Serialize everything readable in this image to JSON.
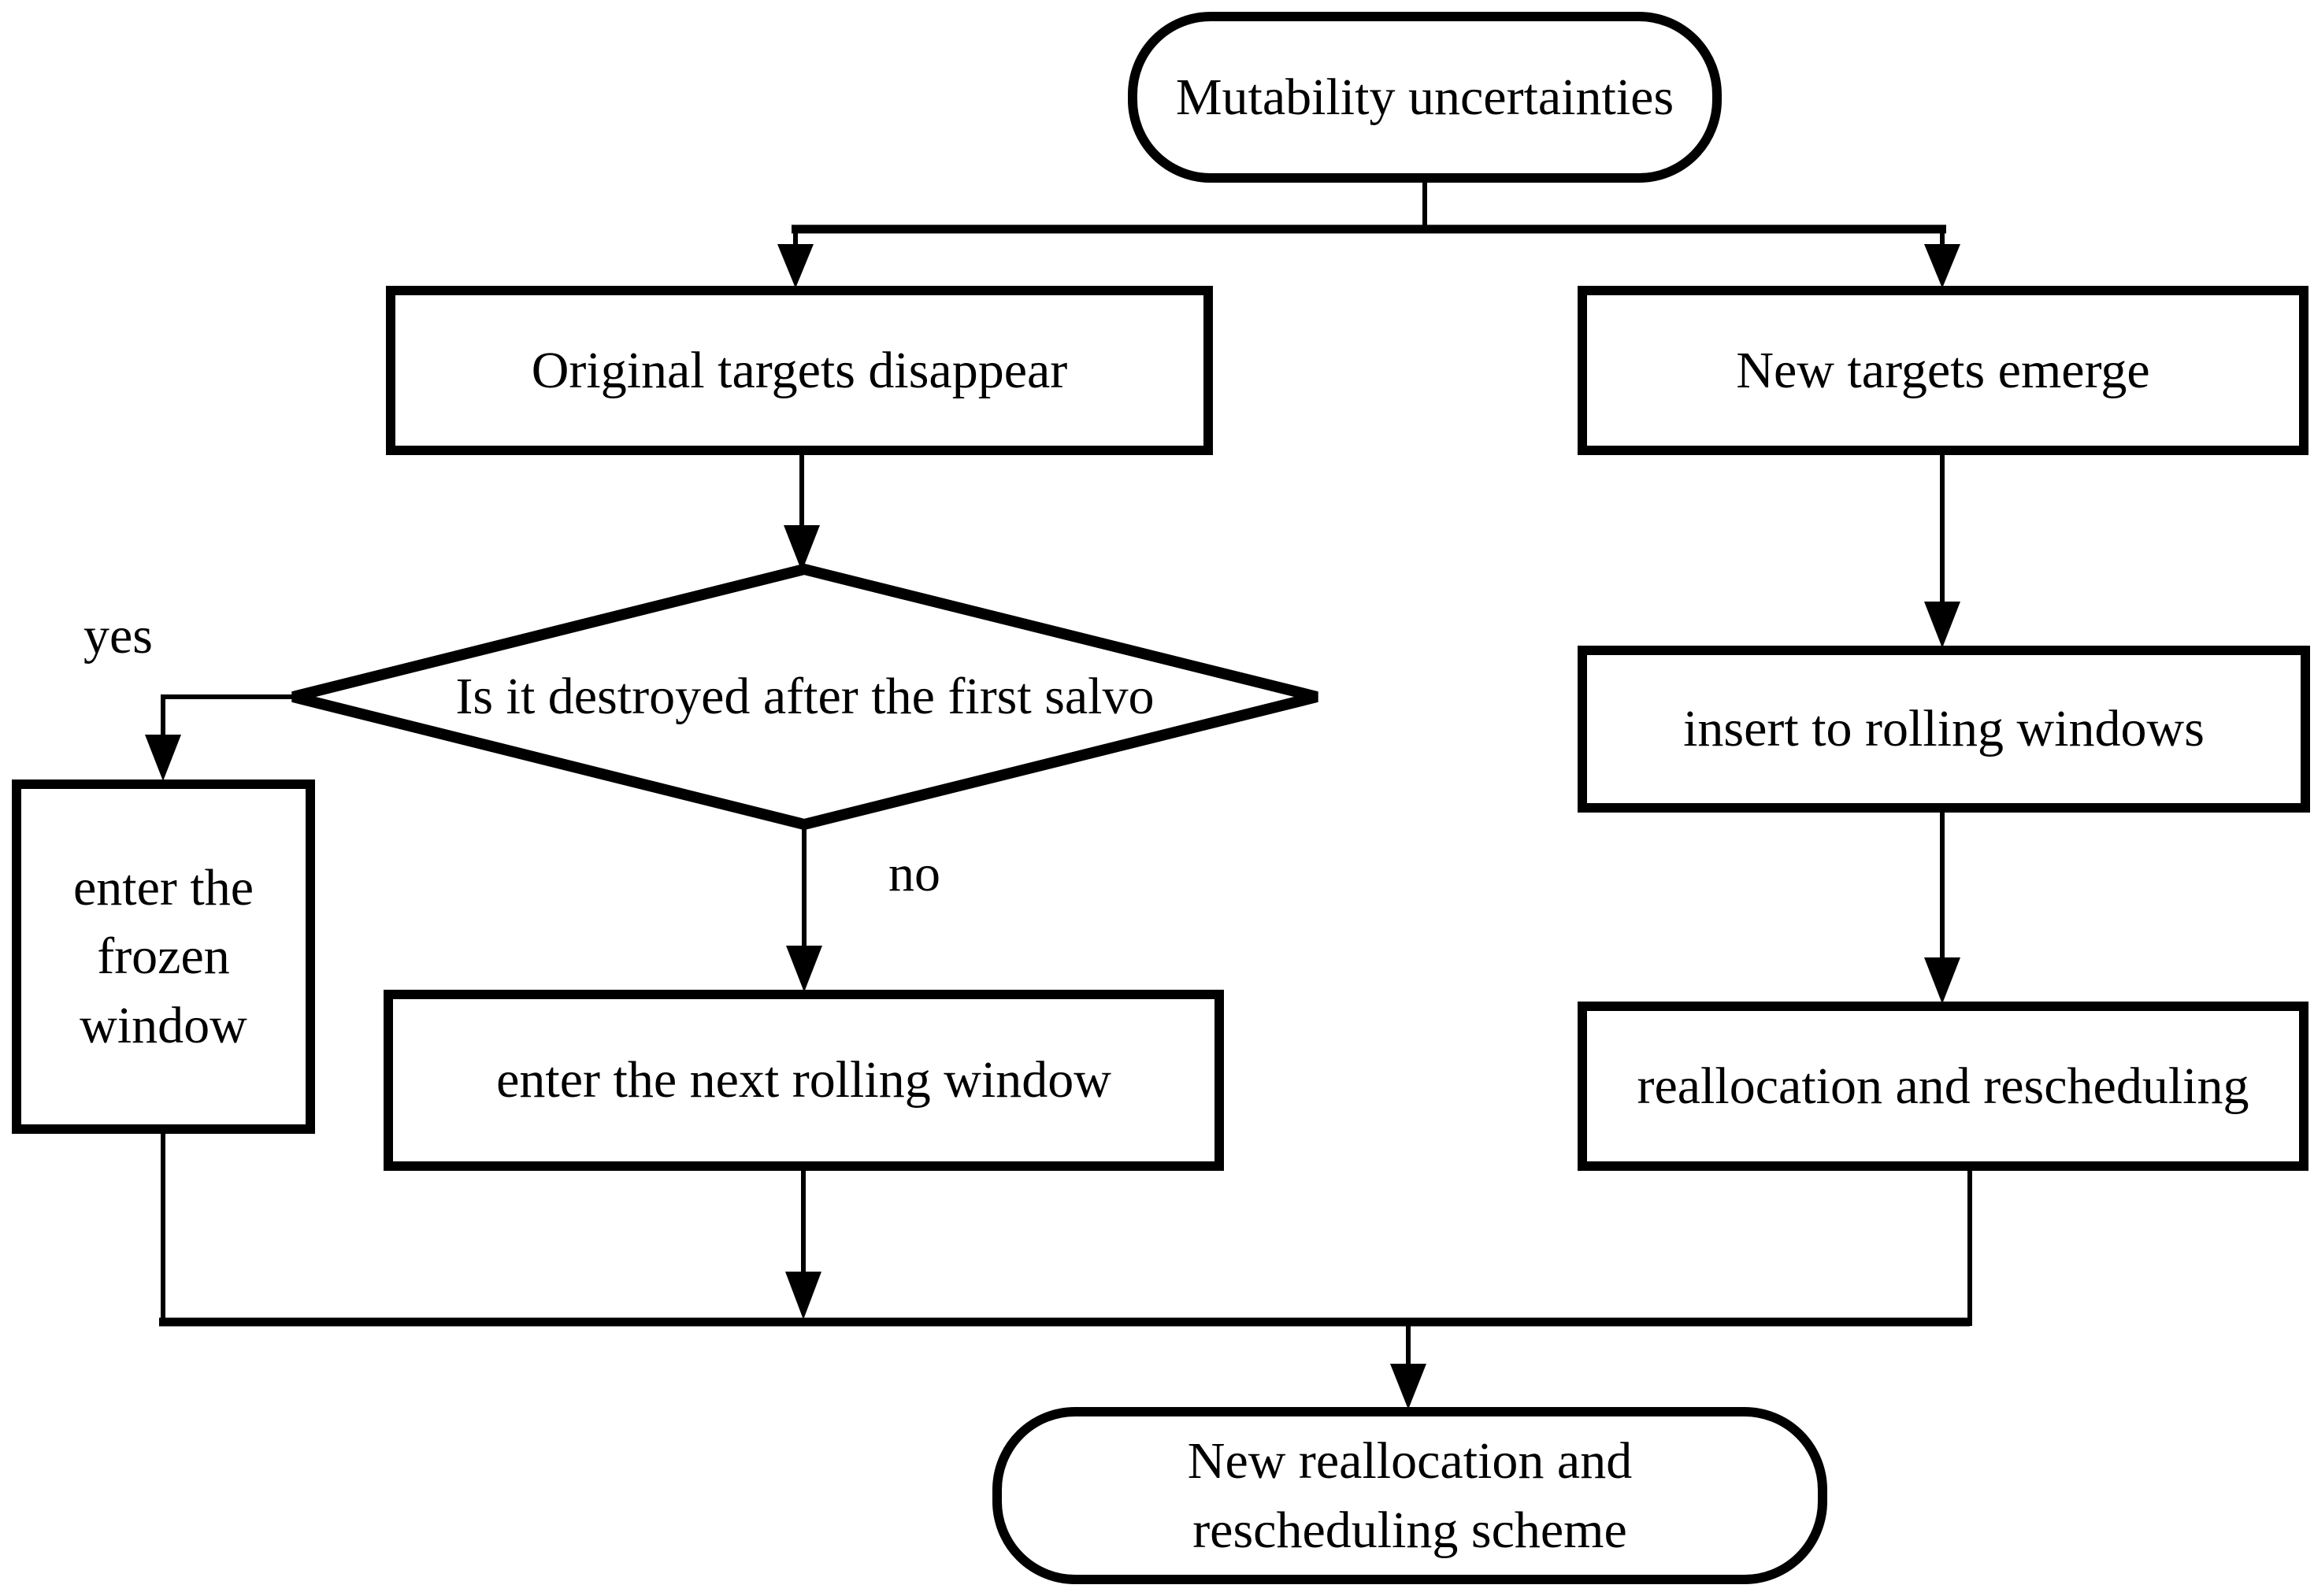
{
  "diagram": {
    "type": "flowchart",
    "background": "#ffffff",
    "line_color": "#000000",
    "text_color": "#000000",
    "nodes": {
      "start": {
        "label": "Mutability uncertainties",
        "shape": "stadium"
      },
      "original_targets": {
        "label": "Original targets disappear",
        "shape": "rect"
      },
      "new_targets": {
        "label": "New targets emerge",
        "shape": "rect"
      },
      "decision": {
        "label": "Is it destroyed after the first salvo",
        "shape": "diamond"
      },
      "frozen_window": {
        "label": "enter the frozen window",
        "shape": "rect"
      },
      "next_rolling_window": {
        "label": "enter the next rolling window",
        "shape": "rect"
      },
      "insert_rolling_windows": {
        "label": "insert to rolling windows",
        "shape": "rect"
      },
      "reallocation_rescheduling": {
        "label": "reallocation and rescheduling",
        "shape": "rect"
      },
      "end": {
        "label": "New reallocation and rescheduling scheme",
        "shape": "stadium"
      }
    },
    "edge_labels": {
      "yes": "yes",
      "no": "no"
    }
  }
}
